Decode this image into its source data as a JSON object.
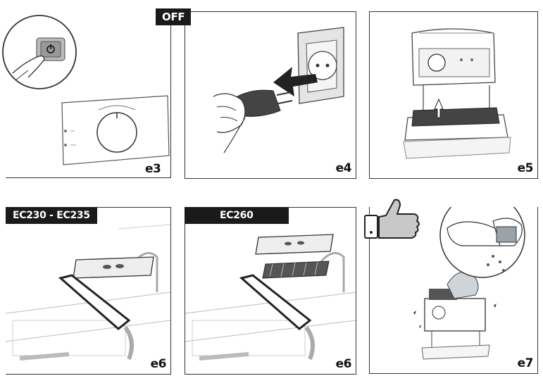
{
  "off_label": "OFF",
  "steps": {
    "e3": "e3",
    "e4": "e4",
    "e5": "e5",
    "e6a": "e6",
    "e6b": "e6",
    "e7": "e7"
  },
  "models": {
    "panel_e6a": "EC230 - EC235",
    "panel_e6b": "EC260"
  },
  "icons": {
    "power": "power-icon",
    "thumbs_up": "thumbs-up-icon",
    "arrow": "arrow-icon"
  },
  "colors": {
    "line": "#333333",
    "tag_bg": "#1a1a1a",
    "shade": "#d9d9d9"
  }
}
